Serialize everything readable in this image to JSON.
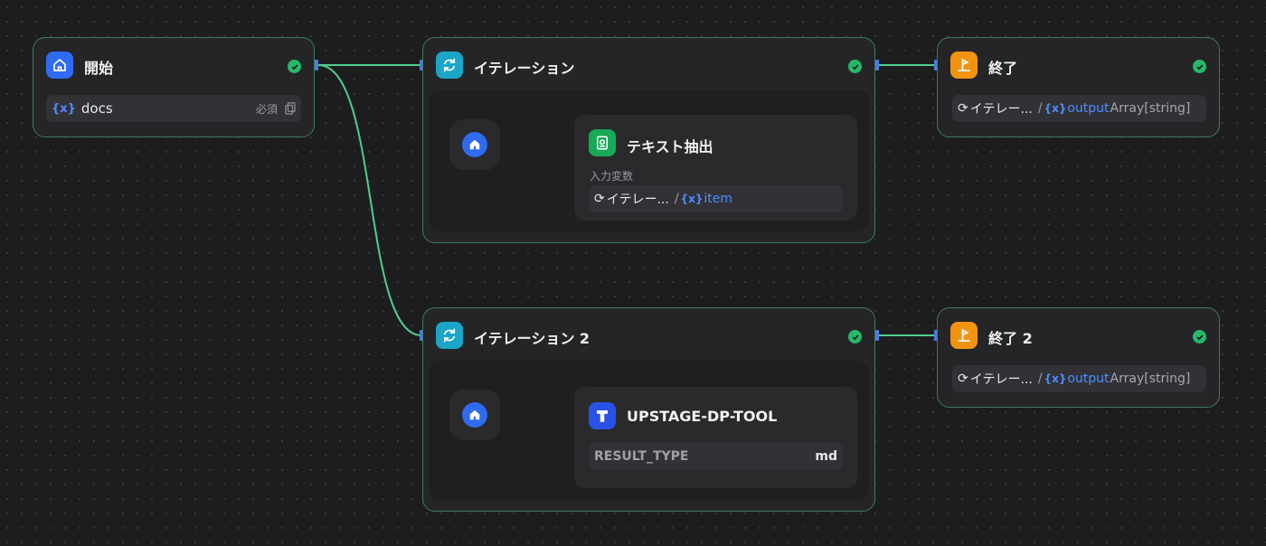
{
  "nodes": {
    "start": {
      "title": "開始",
      "variable": {
        "name": "docs",
        "required_label": "必須",
        "icon": "variable-icon"
      }
    },
    "iteration1": {
      "title": "イテレーション",
      "child": {
        "title": "テキスト抽出",
        "input_label": "入力変数",
        "source": "イテレー...",
        "separator": "/",
        "var": "item"
      }
    },
    "iteration2": {
      "title": "イテレーション 2",
      "child": {
        "title": "UPSTAGE-DP-TOOL",
        "param_name": "RESULT_TYPE",
        "param_value": "md"
      }
    },
    "end1": {
      "title": "終了",
      "source": "イテレー...",
      "separator": "/",
      "var": "output",
      "type": "Array[string]"
    },
    "end2": {
      "title": "終了 2",
      "source": "イテレー...",
      "separator": "/",
      "var": "output",
      "type": "Array[string]"
    }
  },
  "colors": {
    "edge": "#4fce8c",
    "node_border": "#3f7a5c",
    "accent_blue": "#4f8cff",
    "success": "#27b86a"
  }
}
